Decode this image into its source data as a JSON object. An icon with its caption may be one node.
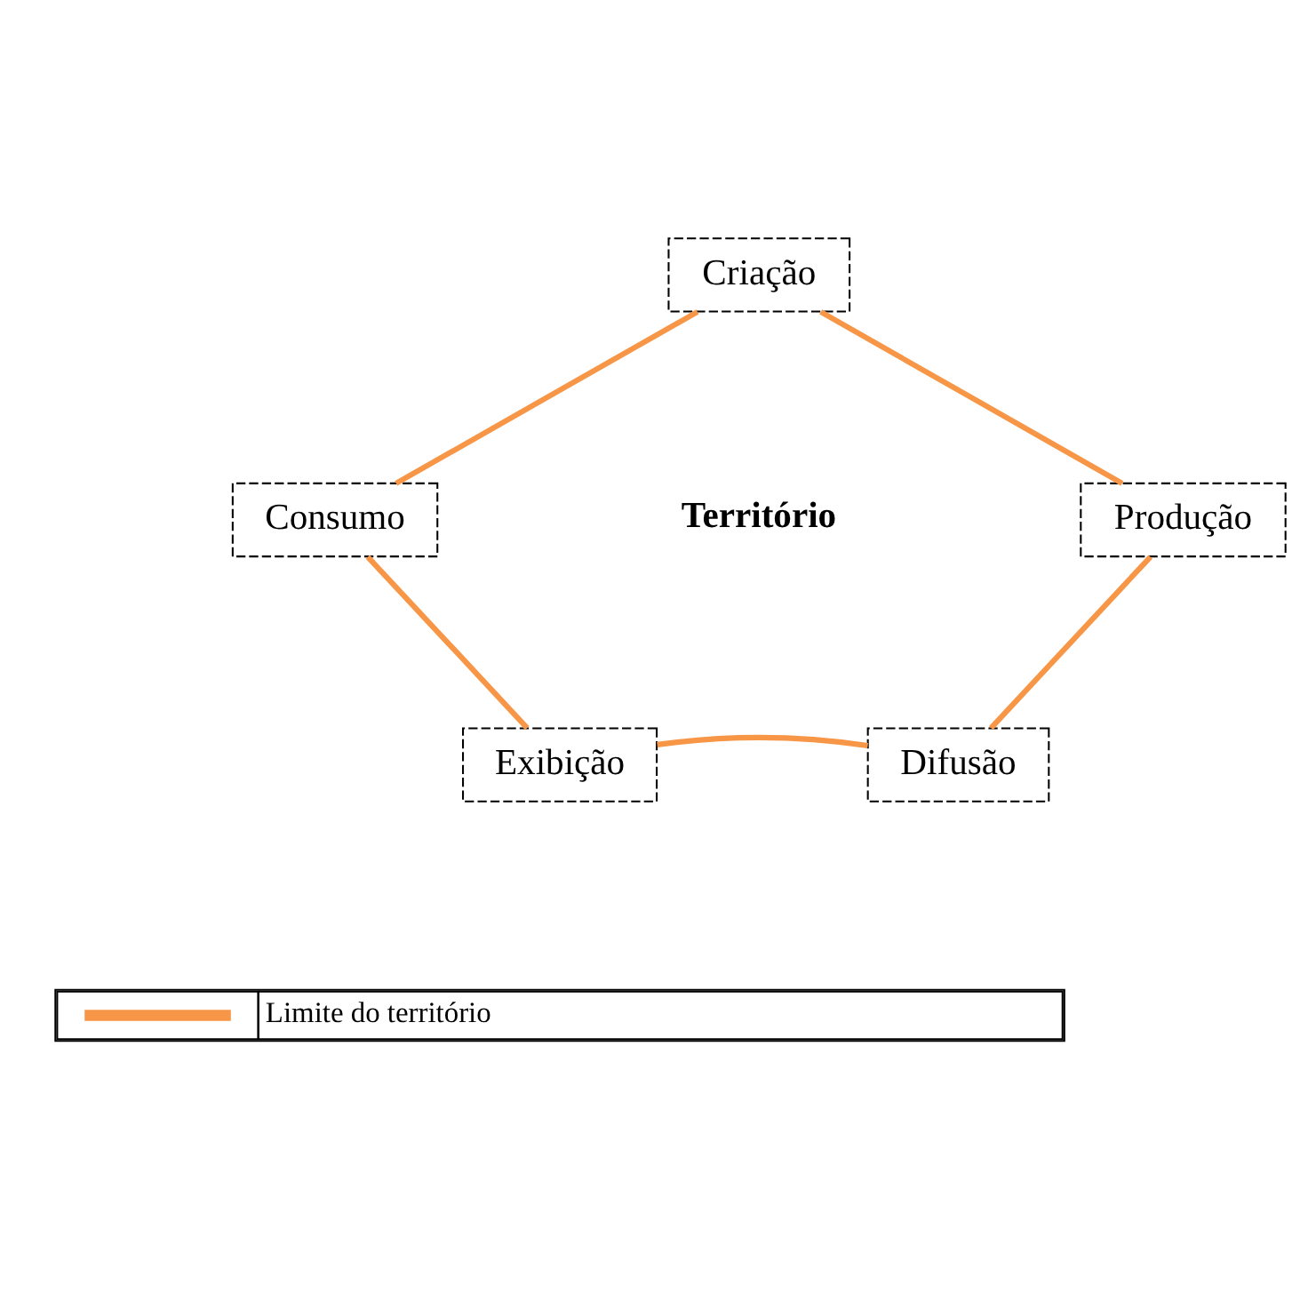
{
  "diagram": {
    "nodes": [
      {
        "text": [
          "Criação"
        ]
      },
      {
        "text": [
          "Consumo"
        ]
      },
      {
        "text": [
          "Produção"
        ]
      },
      {
        "text": [
          "Exibição"
        ]
      },
      {
        "text": [
          "Difusão"
        ]
      }
    ],
    "edges": [
      {
        "from": 0,
        "to": 1,
        "arrow": "none"
      },
      {
        "from": 0,
        "to": 2,
        "arrow": "none"
      },
      {
        "from": 1,
        "to": 3,
        "arrow": "none"
      },
      {
        "from": 2,
        "to": 4,
        "arrow": "none"
      },
      {
        "from": 3,
        "to": 4,
        "arrow": "none"
      }
    ],
    "labels": [
      "Território"
    ],
    "legend": [
      {
        "text": "Limite do território"
      }
    ]
  }
}
